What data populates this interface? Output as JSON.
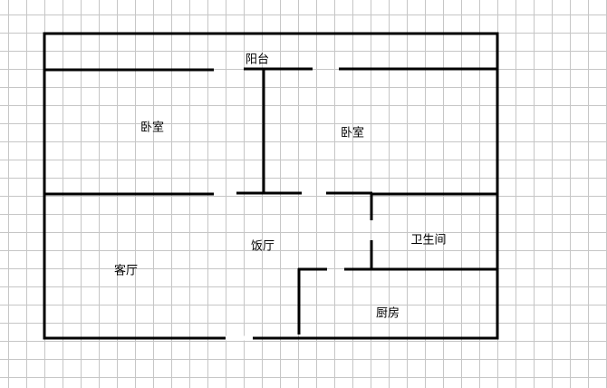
{
  "rooms": {
    "balcony": "阳台",
    "bedroom_left": "卧室",
    "bedroom_right": "卧室",
    "dining_room": "饭厅",
    "bathroom": "卫生间",
    "living_room": "客厅",
    "kitchen": "厨房"
  },
  "colors": {
    "wall": "#000000",
    "grid": "#c6c6c6",
    "background": "#ffffff"
  }
}
